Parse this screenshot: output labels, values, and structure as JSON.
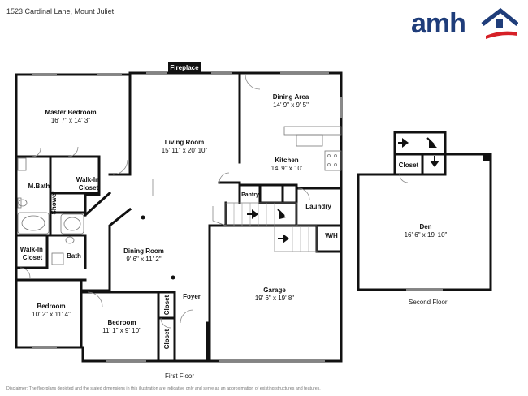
{
  "header": {
    "address": "1523 Cardinal Lane, Mount Juliet",
    "logo_text": "amh"
  },
  "rooms": {
    "fireplace": "Fireplace",
    "master_bedroom": {
      "name": "Master Bedroom",
      "dims": "16' 7\" x 14' 3\""
    },
    "living_room": {
      "name": "Living Room",
      "dims": "15' 11\" x 20' 10\""
    },
    "dining_area": {
      "name": "Dining Area",
      "dims": "14' 9\" x 9' 5\""
    },
    "kitchen": {
      "name": "Kitchen",
      "dims": "14' 9\" x 10'"
    },
    "walk_in_closet_1": "Walk-In Closet",
    "m_bath": "M.Bath",
    "shower": "Shower",
    "pantry": "Pantry",
    "laundry": "Laundry",
    "wh": "W/H",
    "walk_in_closet_2": "Walk-In Closet",
    "bath": "Bath",
    "dining_room": {
      "name": "Dining Room",
      "dims": "9' 6\" x 11' 2\""
    },
    "foyer": "Foyer",
    "garage": {
      "name": "Garage",
      "dims": "19' 6\" x 19' 8\""
    },
    "bedroom_1": {
      "name": "Bedroom",
      "dims": "10' 2\" x 11' 4\""
    },
    "bedroom_2": {
      "name": "Bedroom",
      "dims": "11' 1\" x 9' 10\""
    },
    "closet_1": "Closet",
    "closet_2": "Closet",
    "den": {
      "name": "Den",
      "dims": "16' 6\" x 19' 10\""
    },
    "closet_den": "Closet"
  },
  "floors": {
    "first": "First Floor",
    "second": "Second Floor"
  },
  "disclaimer": "Disclaimer: The floorplans depicted and the stated dimensions in this illustration are indicative only and serve as an approximation of existing structures and features."
}
